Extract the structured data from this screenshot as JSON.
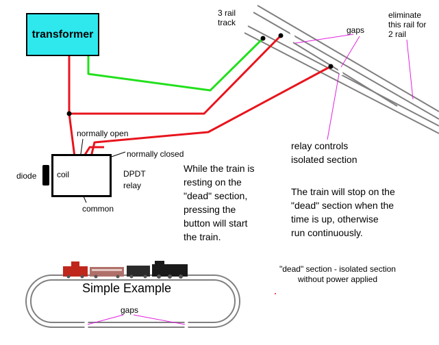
{
  "transformer": {
    "label": "transformer",
    "color": "#2ee8ee"
  },
  "track": {
    "label_line1": "3 rail",
    "label_line2": "track",
    "gaps_label": "gaps",
    "eliminate_label": "eliminate\nthis rail for\n2 rail"
  },
  "relay": {
    "normally_open": "normally open",
    "normally_closed": "normally closed",
    "diode": "diode",
    "coil": "coil",
    "common": "common",
    "type": "DPDT\nrelay"
  },
  "notes": {
    "relay_controls": "relay controls\nisolated section",
    "resting": "While the train is\nresting on the\n\"dead\" section,\npressing the\nbutton will start\nthe train.",
    "stop": "The  train will stop on the\n \"dead\" section when the\n time is up, otherwise\n run continuously.",
    "dead_definition": "\"dead\" section - isolated section\nwithout power applied"
  },
  "example": {
    "title": "Simple Example",
    "gaps_label": "gaps"
  },
  "colors": {
    "hot_wire": "#e8141c",
    "ground_wire": "#22e01c",
    "gap_line": "#e020e0",
    "rail": "#7f7f7f"
  }
}
